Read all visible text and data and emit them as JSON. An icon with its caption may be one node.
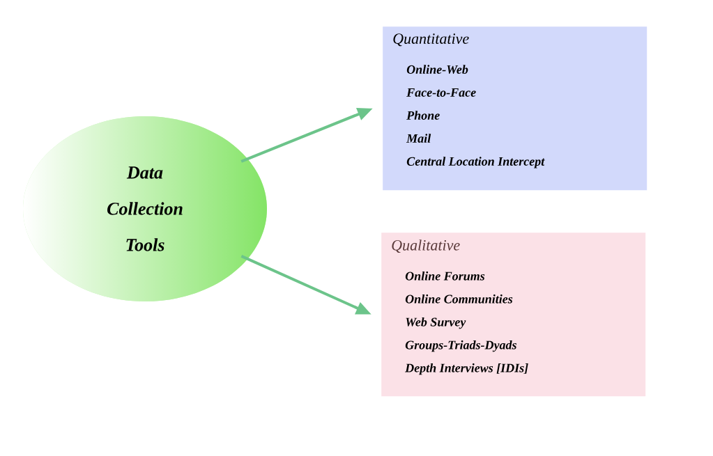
{
  "diagram": {
    "nodes": [
      {
        "text": [
          "Data Collection Tools"
        ]
      },
      {
        "text": [
          "Quantitative",
          "Online-Web",
          "Face-to-Face",
          "Phone",
          "Mail",
          "Central Location Intercept"
        ]
      },
      {
        "text": [
          "Qualitative",
          "Online Forums",
          "Online Communities",
          "Web Survey",
          "Groups-Triads-Dyads",
          "Depth Interviews [IDIs]"
        ]
      }
    ],
    "edges": [
      {
        "from": 0,
        "to": 1,
        "arrow": "to"
      },
      {
        "from": 0,
        "to": 2,
        "arrow": "to"
      }
    ]
  }
}
